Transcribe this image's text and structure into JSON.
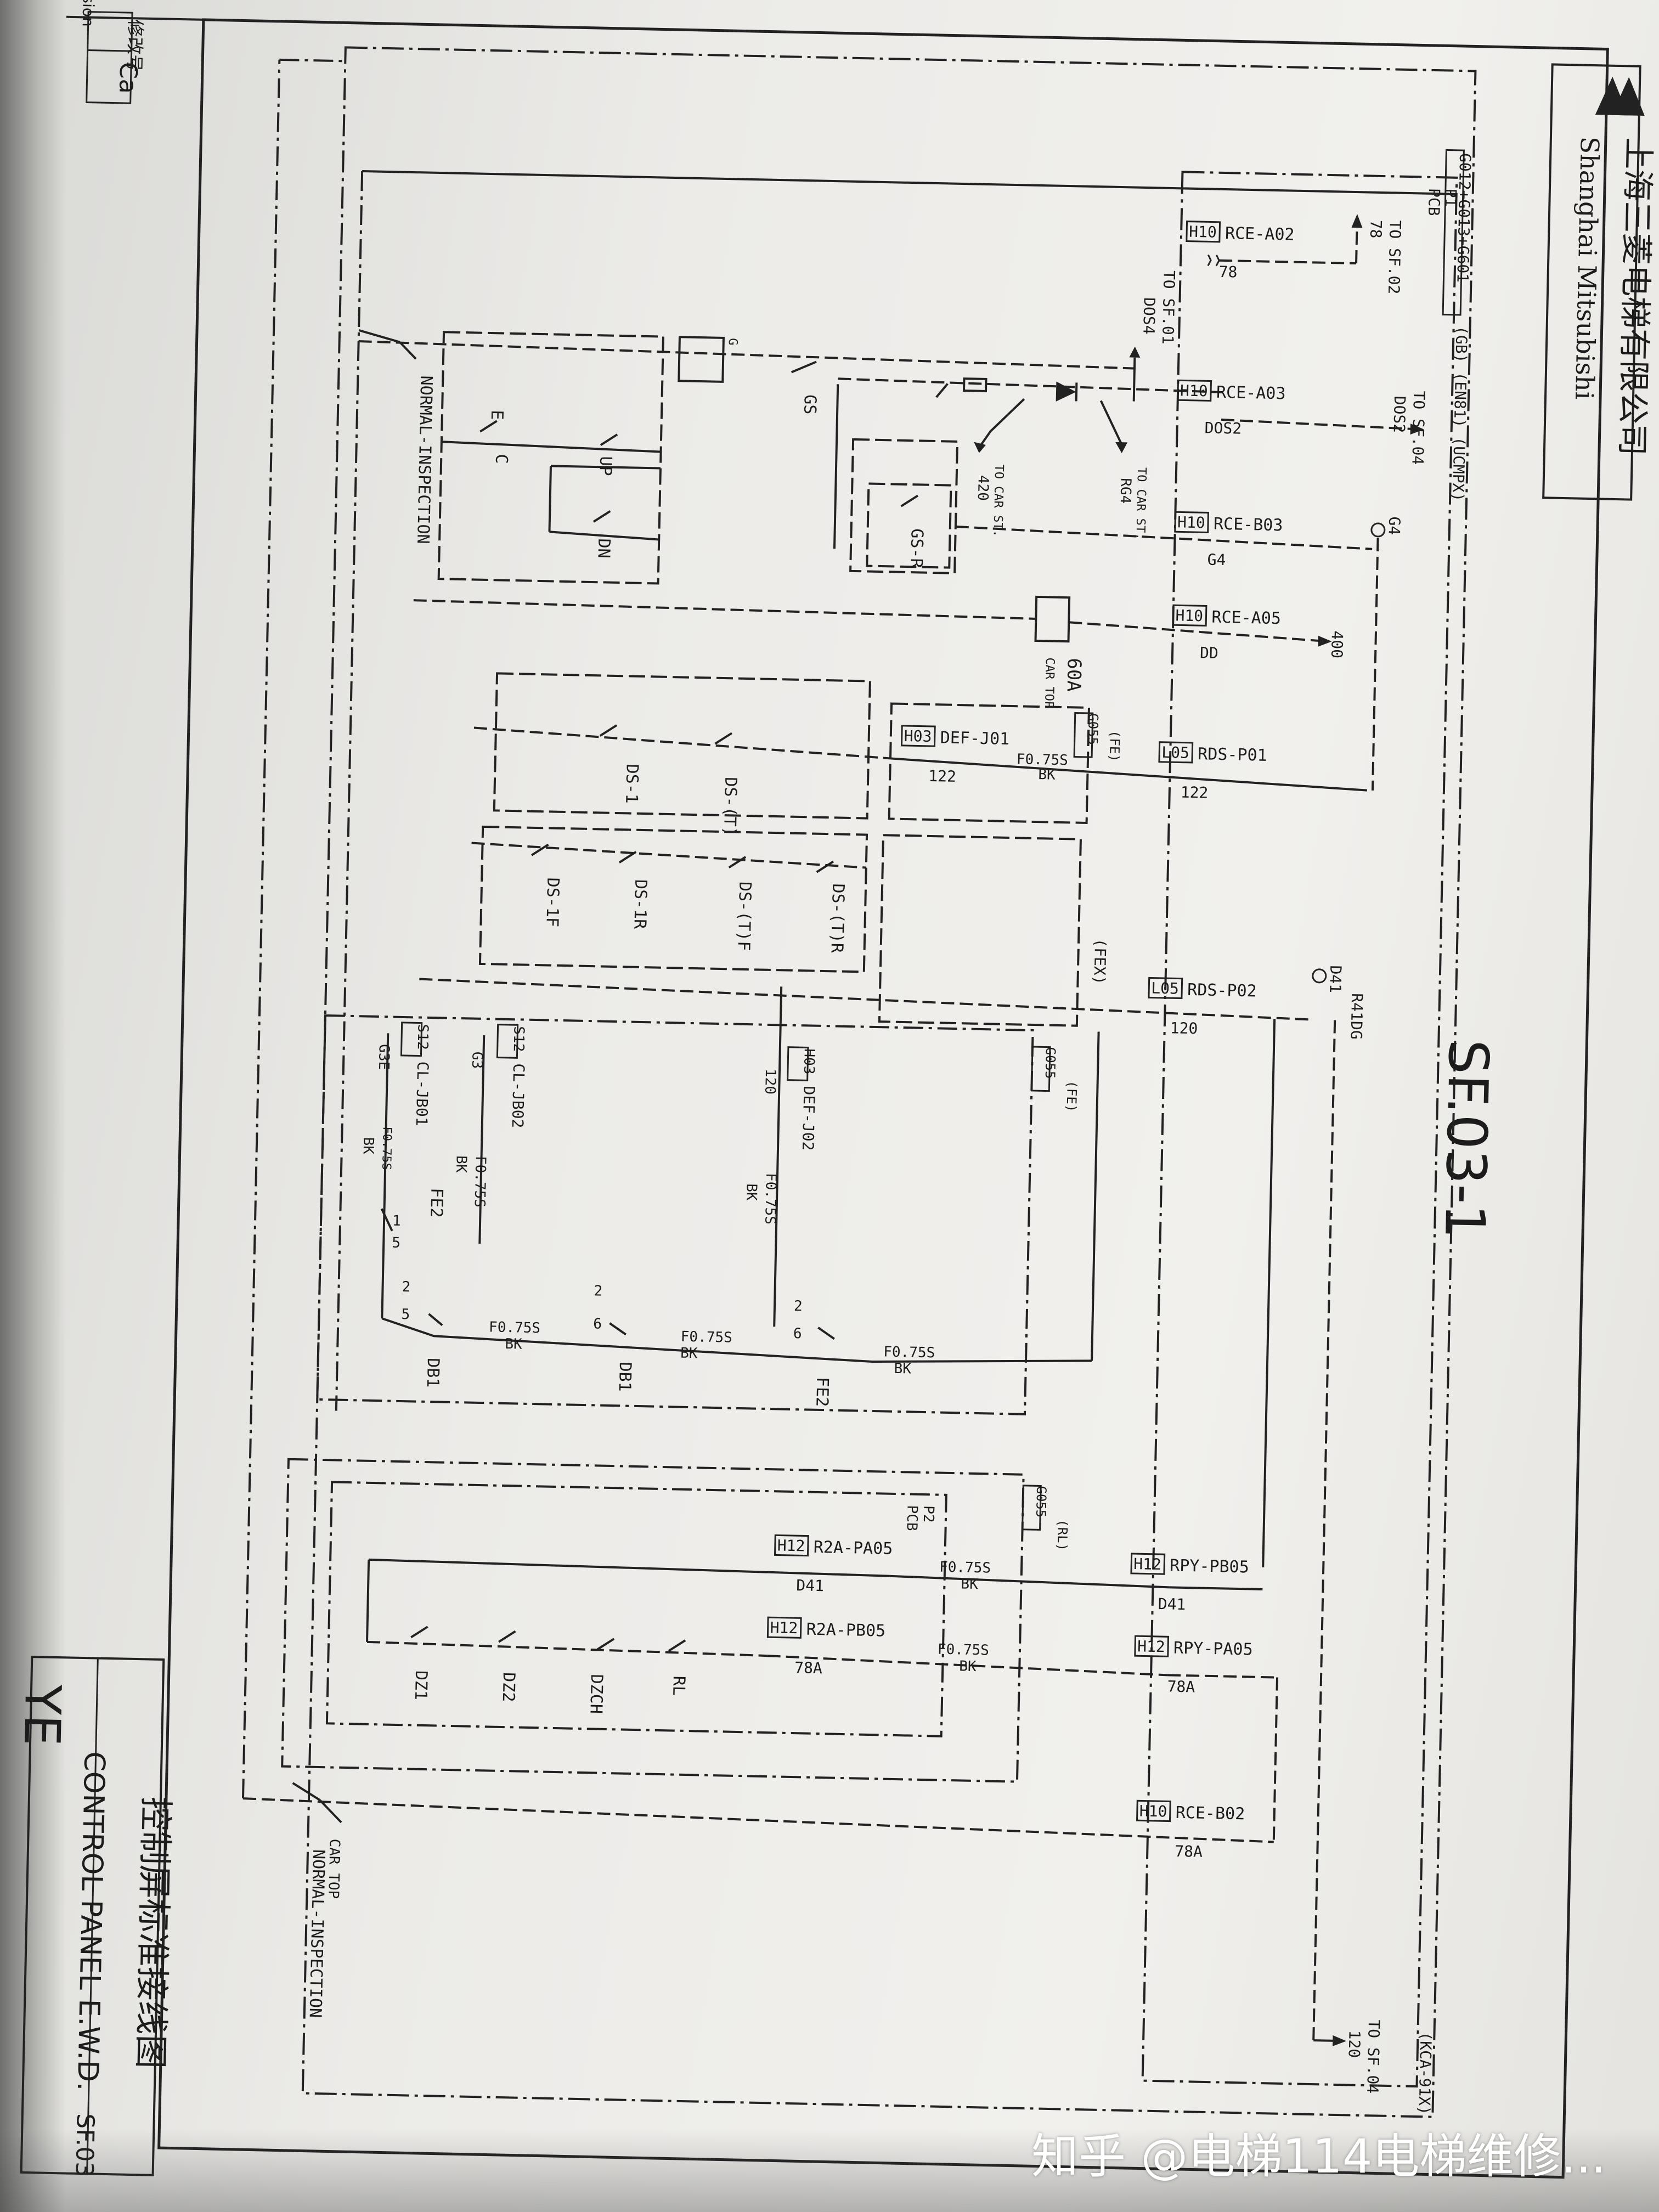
{
  "company": {
    "name_cn": "上海三菱电梯有限公司",
    "name_en": "Shanghai Mitsubishi"
  },
  "revision": {
    "header": "修改号",
    "sub": "sion",
    "value": "Ca"
  },
  "drawing": {
    "sheet_id": "SF.03-1",
    "title_cn": "控制屏标准接线图",
    "title_en": "CONTROL PANEL E.W.D.",
    "sheet_ref": "SF.03",
    "code_fragment": "YE",
    "options": "(GB) (EN81) (UCMPX)",
    "kca": "(KCA-91X)",
    "board_top": "G012+G013+G601",
    "board_p1": "P1",
    "board_pcb": "PCB",
    "board_p2": "P2",
    "g": "G"
  },
  "connectors": [
    {
      "tag": "H10",
      "name": "RCE-A02",
      "pin": "78",
      "dest": "TO SF.02",
      "dest_pin": "78"
    },
    {
      "tag": "H10",
      "name": "RCE-A03",
      "pin": "DOS2",
      "dest": "TO SF.04",
      "dest_pin": "DOS2"
    },
    {
      "tag": "H10",
      "name": "RCE-B03",
      "pin": "G4",
      "dest": "G4"
    },
    {
      "tag": "H10",
      "name": "RCE-A05",
      "pin": "DD",
      "dest": "400"
    },
    {
      "tag": "H03",
      "name": "DEF-J01",
      "pin": "122"
    },
    {
      "tag": "L05",
      "name": "RDS-P01",
      "pin": "122"
    },
    {
      "tag": "L05",
      "name": "RDS-P02",
      "pin": "120",
      "dest": "D41",
      "dest2": "R41DG"
    },
    {
      "tag": "S12",
      "name": "CL-JB01",
      "pin": "G3E"
    },
    {
      "tag": "S12",
      "name": "CL-JB02",
      "pin": "G3"
    },
    {
      "tag": "H03",
      "name": "DEF-J02",
      "pin": "120"
    },
    {
      "tag": "H12",
      "name": "R2A-PA05",
      "pin": "D41"
    },
    {
      "tag": "H12",
      "name": "R2A-PB05",
      "pin": "78A"
    },
    {
      "tag": "H12",
      "name": "RPY-PB05",
      "pin": "D41"
    },
    {
      "tag": "H12",
      "name": "RPY-PA05",
      "pin": "78A"
    },
    {
      "tag": "H10",
      "name": "RCE-B02",
      "pin": "78A",
      "dest": "TO SF.04",
      "dest_pin": "120"
    }
  ],
  "boxes": [
    {
      "label": "G055",
      "sub": "(FE)"
    },
    {
      "label": "G055",
      "sub": "(FE)"
    },
    {
      "label": "G055",
      "sub": "(RL)"
    }
  ],
  "components": {
    "to_sf01": "TO SF.01",
    "dos4": "DOS4",
    "gs": "GS",
    "gs_r": "GS-R",
    "to_car_420": "TO CAR ST.",
    "pin_420": "420",
    "to_car_rg4": "TO CAR ST.",
    "pin_rg4": "RG4",
    "e": "E",
    "c": "C",
    "up": "UP",
    "dn": "DN",
    "normal_inspection": "NORMAL-INSPECTION",
    "car_top": "CAR TOP",
    "fuse": "60A",
    "fuse_sub": "CAR TOP",
    "ds1": "DS-1",
    "ds_t": "DS-(T)",
    "ds1f": "DS-1F",
    "ds1r": "DS-1R",
    "ds_tf": "DS-(T)F",
    "ds_tr": "DS-(T)R",
    "fex": "(FEX)",
    "fe2": "FE2",
    "db1": "DB1",
    "dz1": "DZ1",
    "dz2": "DZ2",
    "dzch": "DZCH",
    "rl": "RL",
    "wire": "F0.75S",
    "wire2": "F0.75S",
    "color": "BK",
    "n2": "2",
    "n6": "6",
    "n1": "1",
    "n5": "5"
  },
  "watermark": "知乎 @电梯114电梯维修..."
}
